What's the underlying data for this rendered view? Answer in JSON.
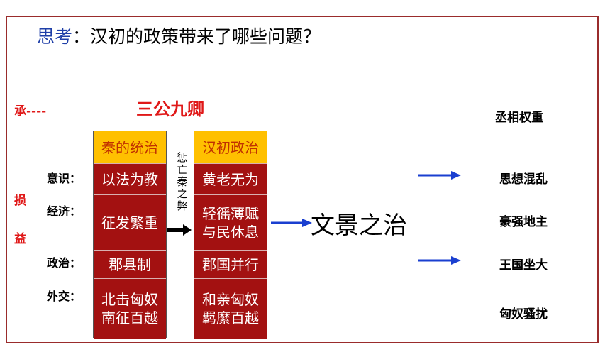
{
  "title": {
    "prefix": "思考",
    "rest": "：汉初的政策带来了哪些问题？"
  },
  "left_labels": {
    "cheng": "承----",
    "sun": "损",
    "yi": "益"
  },
  "sangong": "三公九卿",
  "row_labels": [
    "意识：",
    "经济：",
    "政治：",
    "外交："
  ],
  "qin": {
    "header": "秦的统治",
    "cells": [
      "以法为教",
      "征发繁重",
      "郡县制",
      "北击匈奴\n南征百越"
    ]
  },
  "han": {
    "header": "汉初政治",
    "cells": [
      "黄老无为",
      "轻徭薄赋\n与民休息",
      "郡国并行",
      "和亲匈奴\n羁縻百越"
    ]
  },
  "arrow_text": "惩亡秦之弊",
  "result": "文景之治",
  "problems": [
    "丞相权重",
    "思想混乱",
    "豪强地主",
    "王国坐大",
    "匈奴骚扰"
  ],
  "colors": {
    "blue": "#1f3fa8",
    "red": "#e01818",
    "cell": "#a31111",
    "header": "#ffc000",
    "arrow": "#1a3fd0"
  }
}
